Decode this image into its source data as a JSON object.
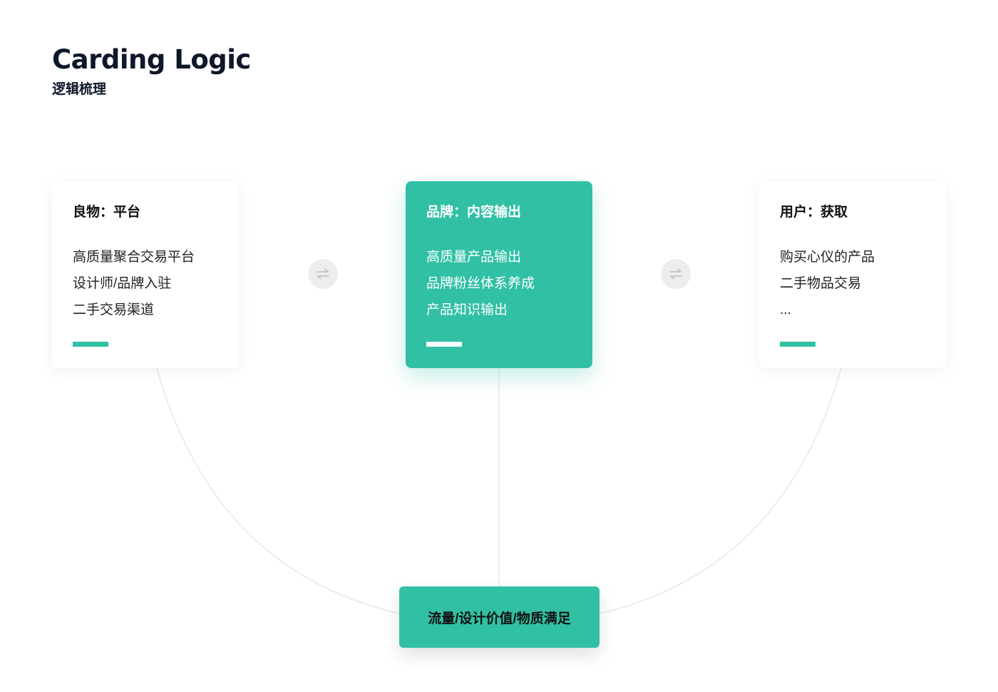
{
  "header": {
    "title": "Carding Logic",
    "subtitle": "逻辑梳理"
  },
  "cards": [
    {
      "title": "良物：平台",
      "items": [
        "高质量聚合交易平台",
        "设计师/品牌入驻",
        "二手交易渠道"
      ],
      "highlight": false
    },
    {
      "title": "品牌：内容输出",
      "items": [
        "高质量产品输出",
        "品牌粉丝体系养成",
        "产品知识输出"
      ],
      "highlight": true
    },
    {
      "title": "用户：获取",
      "items": [
        "购买心仪的产品",
        "二手物品交易",
        "..."
      ],
      "highlight": false
    }
  ],
  "connectors": {
    "swap_icon": "swap-arrows-icon"
  },
  "bottom": {
    "label": "流量/设计价值/物质满足"
  },
  "colors": {
    "accent": "#31c0a4",
    "swap_bg": "#ededed",
    "line": "#e6e6e6",
    "text_dark": "#111111"
  }
}
